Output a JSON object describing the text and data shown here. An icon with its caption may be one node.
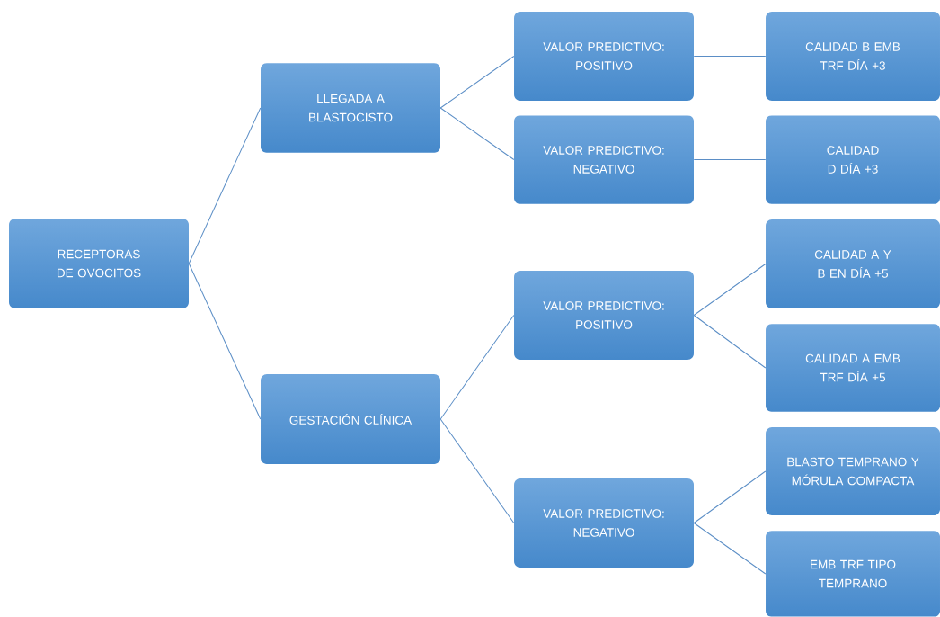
{
  "diagram": {
    "nodes": [
      {
        "text": [
          "RECEPTORAS DE OVOCITOS"
        ]
      },
      {
        "text": [
          "LLEGADA A BLASTOCISTO"
        ]
      },
      {
        "text": [
          "GESTACIÓN CLÍNICA"
        ]
      },
      {
        "text": [
          "VALOR PREDICTIVO: POSITIVO"
        ]
      },
      {
        "text": [
          "VALOR PREDICTIVO: NEGATIVO"
        ]
      },
      {
        "text": [
          "VALOR PREDICTIVO: POSITIVO"
        ]
      },
      {
        "text": [
          "VALOR PREDICTIVO: NEGATIVO"
        ]
      },
      {
        "text": [
          "CALIDAD B EMB TRF DÍA +3"
        ]
      },
      {
        "text": [
          "CALIDAD D DÍA +3"
        ]
      },
      {
        "text": [
          "CALIDAD A Y B EN DÍA +5"
        ]
      },
      {
        "text": [
          "CALIDAD A EMB TRF DÍA +5"
        ]
      },
      {
        "text": [
          "BLASTO TEMPRANO Y MÓRULA COMPACTA"
        ]
      },
      {
        "text": [
          "EMB TRF TIPO TEMPRANO"
        ]
      }
    ],
    "edges": [
      {
        "from": 0,
        "to": 1,
        "arrow": "none"
      },
      {
        "from": 0,
        "to": 2,
        "arrow": "none"
      },
      {
        "from": 1,
        "to": 3,
        "arrow": "none"
      },
      {
        "from": 1,
        "to": 4,
        "arrow": "none"
      },
      {
        "from": 2,
        "to": 5,
        "arrow": "none"
      },
      {
        "from": 2,
        "to": 6,
        "arrow": "none"
      },
      {
        "from": 3,
        "to": 7,
        "arrow": "none"
      },
      {
        "from": 4,
        "to": 8,
        "arrow": "none"
      },
      {
        "from": 5,
        "to": 9,
        "arrow": "none"
      },
      {
        "from": 5,
        "to": 10,
        "arrow": "none"
      },
      {
        "from": 6,
        "to": 11,
        "arrow": "none"
      },
      {
        "from": 6,
        "to": 12,
        "arrow": "none"
      }
    ]
  }
}
